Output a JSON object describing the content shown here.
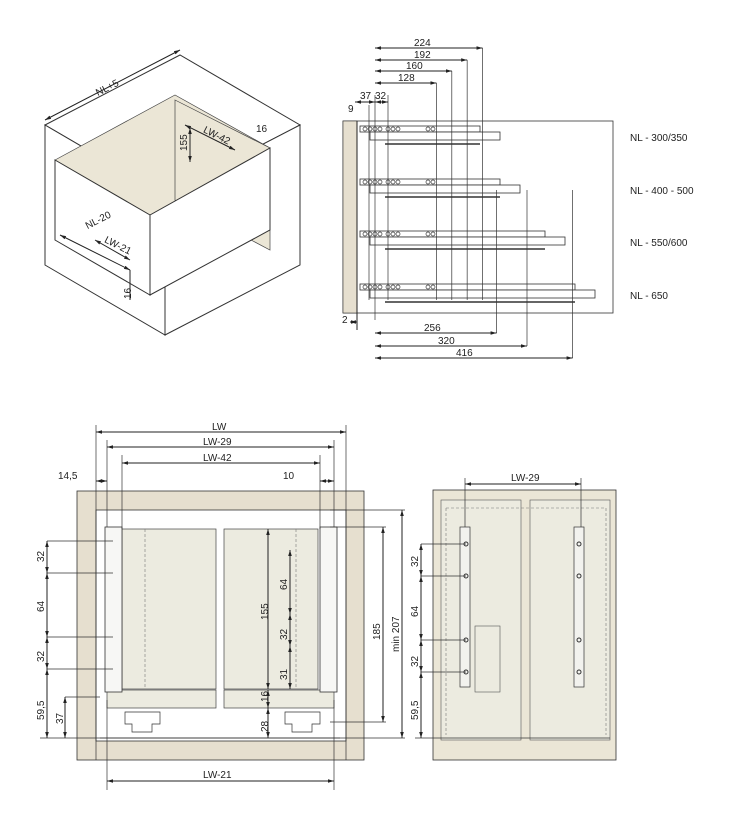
{
  "colors": {
    "frame": "#e6dfcf",
    "panel": "#ecebe0",
    "line": "#222222"
  },
  "iso": {
    "nl_plus5": "NL+5",
    "h155": "155",
    "lw42": "LW-42",
    "d16": "16",
    "nl20": "NL-20",
    "lw21": "LW-21",
    "d16b": "16"
  },
  "side": {
    "top_dims": [
      "224",
      "192",
      "160",
      "128"
    ],
    "d37": "37",
    "d32": "32",
    "d9": "9",
    "d2": "2",
    "bottom_dims": [
      "256",
      "320",
      "416"
    ],
    "nl_labels": [
      "NL - 300/350",
      "NL - 400 - 500",
      "NL - 550/600",
      "NL - 650"
    ]
  },
  "front": {
    "lw": "LW",
    "lw29": "LW-29",
    "lw42": "LW-42",
    "d145": "14,5",
    "d10": "10",
    "left_dims": [
      "32",
      "64",
      "32",
      "59,5",
      "37"
    ],
    "mid_dims": [
      "155",
      "64",
      "32",
      "31",
      "16",
      "28"
    ],
    "right_dims": [
      "185",
      "min 207"
    ],
    "lw21": "LW-21"
  },
  "rear": {
    "lw29": "LW-29",
    "dims": [
      "32",
      "64",
      "32",
      "59,5"
    ]
  }
}
